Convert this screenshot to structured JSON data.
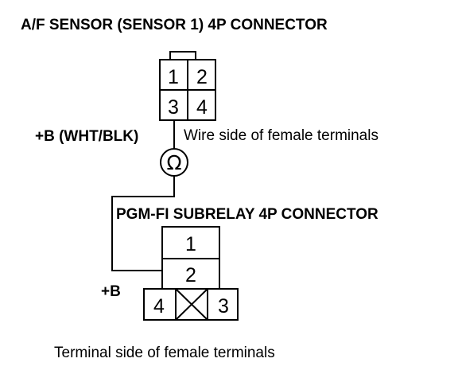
{
  "title": "A/F SENSOR (SENSOR 1) 4P CONNECTOR",
  "af_connector": {
    "pins": [
      "1",
      "2",
      "3",
      "4"
    ]
  },
  "b_wht_blk_label": "+B (WHT/BLK)",
  "wire_side_label": "Wire side of female terminals",
  "ohmmeter_symbol": "Ω",
  "subrelay_title": "PGM-FI SUBRELAY 4P CONNECTOR",
  "subrelay_connector": {
    "pins": [
      "1",
      "2",
      "4",
      "3"
    ]
  },
  "b_label": "+B",
  "terminal_side_label": "Terminal side of female terminals"
}
